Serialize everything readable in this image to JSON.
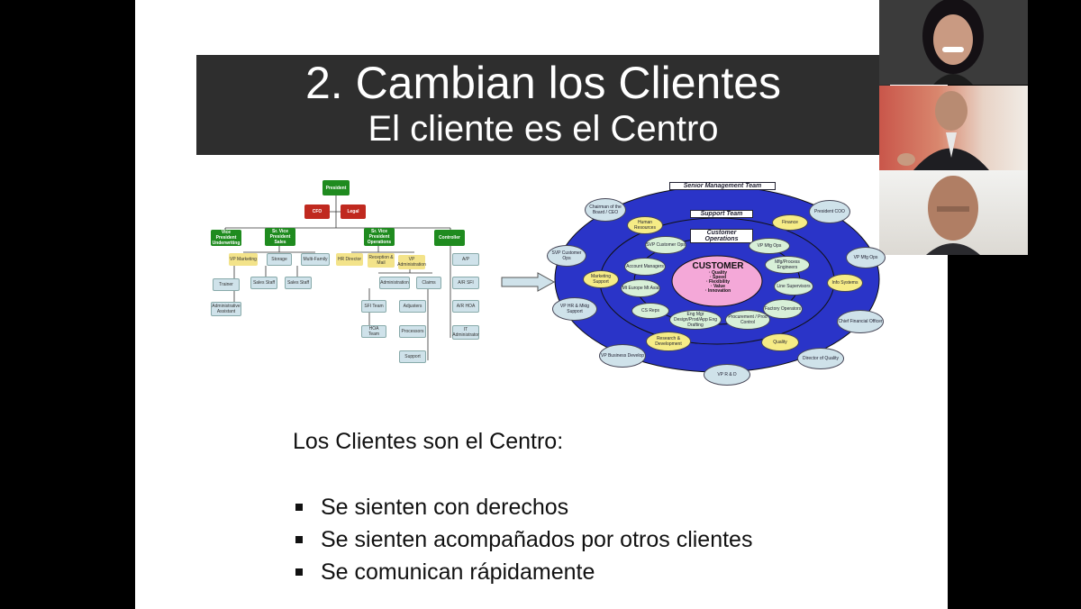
{
  "slide": {
    "title_line1": "2. Cambian los Clientes",
    "title_line2": "El cliente es el Centro",
    "intro": "Los Clientes son el Centro:",
    "bullets": [
      "Se sienten con derechos",
      "Se sienten acompañados por otros clientes",
      "Se comunican rápidamente"
    ]
  },
  "org_chart": {
    "president": "President",
    "cfo": "CFO",
    "legal": "Legal",
    "vp_under": "Vice President Underwriting",
    "svp_sales": "Sr. Vice President Sales",
    "svp_ops": "Sr. Vice President Operations",
    "controller": "Controller",
    "vp_marketing": "VP Marketing",
    "storage": "Storage",
    "multi_family": "Multi-Family",
    "hr_director": "HR Director",
    "reception": "Reception & Mail",
    "vp_admin": "VP Administration",
    "ap": "A/P",
    "trainer": "Trainer",
    "sales_staff1": "Sales Staff",
    "sales_staff2": "Sales Staff",
    "administration": "Administration",
    "claims": "Claims",
    "ar_sfi": "A/R SFI",
    "admin_assistant": "Administrative Assistant",
    "sfi_team": "SFI Team",
    "adjusters": "Adjusters",
    "ar_hoa": "A/R HOA",
    "hoa_team": "HOA Team",
    "processors": "Processors",
    "it_admin": "IT Administrator",
    "support": "Support"
  },
  "customer_chart": {
    "senior_team": "Senior Management Team",
    "support_team": "Support Team",
    "customer_ops": "Customer Operations",
    "customer": "CUSTOMER",
    "attrs": [
      "· Quality",
      "· Speed",
      "· Flexibility",
      "· Value",
      "· Innovation"
    ],
    "chairman": "Chairman of the Board / CEO",
    "president_coo": "President COO",
    "svp_customer_ops": "SVP Customer Ops",
    "vp_mfg_ops": "VP Mfg Ops",
    "vp_hr": "VP HR & Mktg Support",
    "cfo": "Chief Financial Officer",
    "vp_bus_dev": "VP Business Develop",
    "director_quality": "Director of Quality",
    "vp_rd": "VP R & D",
    "human_resources": "Human Resources",
    "finance": "Finance",
    "svp_cust_ops_inner": "SVP Customer Ops",
    "vp_mfg_ops_inner": "VP Mfg Ops",
    "account_managers": "Account Managers",
    "mfg_process": "Mfg/Process Engineers",
    "marketing_support": "Marketing Support",
    "info_systems": "Info Systems",
    "mt_europe": "Mt Europe Mt Asia",
    "line_supervisors": "Line Supervisors",
    "cs_reps": "CS Reps",
    "eng_mgr": "Eng Mgr Design/Prod/App Eng Drafting",
    "procurement": "Procurement / Prod Control",
    "factory_ops": "Factory Operators",
    "research": "Research & Development",
    "quality": "Quality"
  },
  "colors": {
    "title_bar": "#2e2e2e",
    "outer_ellipse": "#2a34c8",
    "customer_center": "#f4a8d8",
    "org_green": "#1f8b1f",
    "org_red": "#c0291f"
  }
}
